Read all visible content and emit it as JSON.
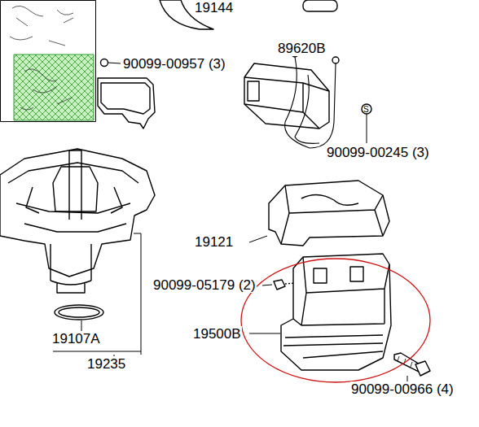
{
  "diagram": {
    "labels": [
      "19144",
      "90099-00957 (3)",
      "89620B",
      "90099-00245 (3)",
      "19121",
      "90099-05179 (2)",
      "19500B",
      "19107A",
      "19235",
      "90099-00966 (4)"
    ]
  }
}
